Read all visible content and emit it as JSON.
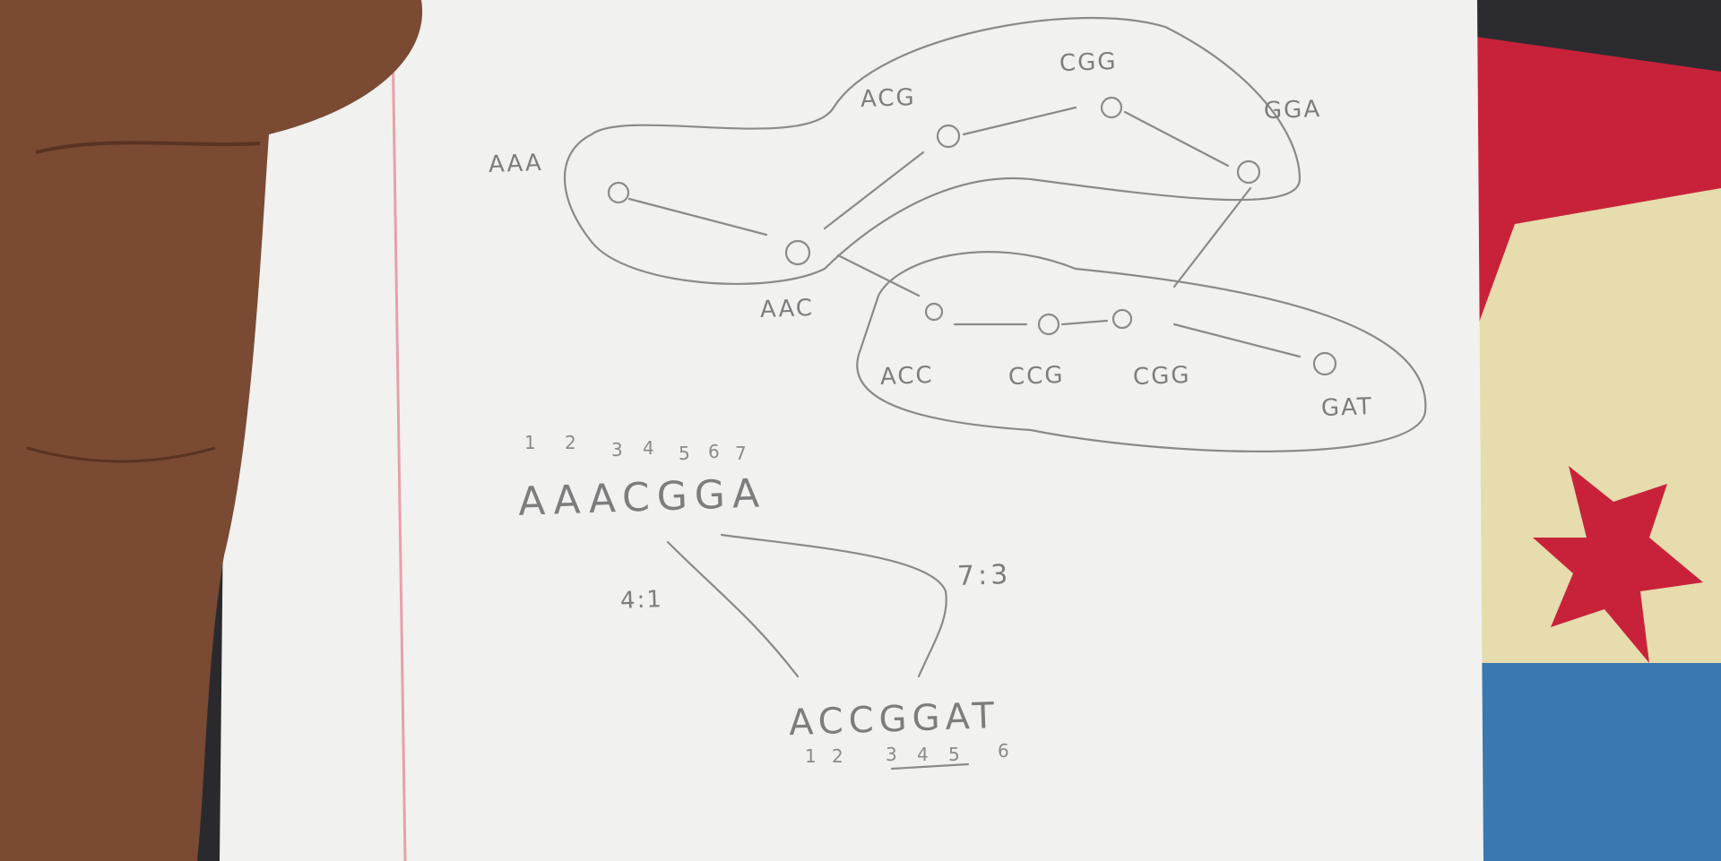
{
  "diagram": {
    "nodes": [
      "AAA",
      "AAC",
      "ACG",
      "CGG",
      "GGA",
      "ACC",
      "CCG",
      "CGG",
      "GAT"
    ],
    "seq1": {
      "text": "AAACGGA",
      "indices": [
        "1",
        "2",
        "3",
        "4",
        "5",
        "6",
        "7"
      ]
    },
    "seq2": {
      "text": "ACCGGAT",
      "indices": [
        "1",
        "2",
        "3",
        "4",
        "5",
        "6"
      ]
    },
    "map_labels": [
      "4:1",
      "7:3"
    ]
  },
  "colors": {
    "pencil": "#7d7d7d",
    "paper": "#f1f1f0",
    "margin_line": "#e8a0a8",
    "fabric_red": "#c8223a",
    "fabric_cream": "#e6dcae",
    "fabric_blue": "#3a78b0"
  }
}
